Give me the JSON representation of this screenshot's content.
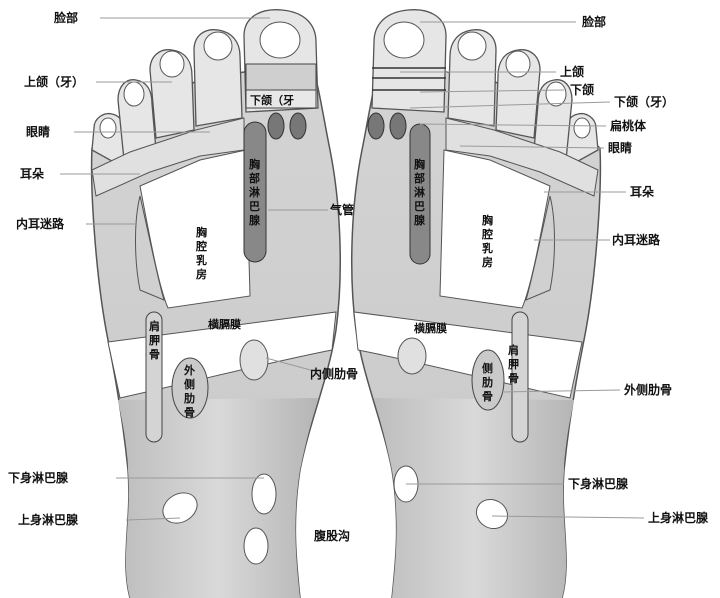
{
  "labels": {
    "left_face": "脸部",
    "left_upper_jaw": "上颌（牙）",
    "left_eye": "眼睛",
    "left_ear": "耳朵",
    "left_inner_ear": "内耳迷路",
    "left_lower_jaw": "下颌（牙",
    "left_chest_lymph": "胸部淋巴腺",
    "left_chest": "胸腔乳房",
    "trachea": "气管",
    "left_diaphragm": "横膈膜",
    "left_scapula": "肩胛骨",
    "left_outer_rib": "外侧肋骨",
    "inner_rib": "内侧肋骨",
    "left_lower_lymph": "下身淋巴腺",
    "left_upper_lymph": "上身淋巴腺",
    "groin": "腹股沟",
    "right_face": "脸部",
    "right_upper_jaw": "上颌",
    "right_lower_jaw_a": "下颌",
    "right_lower_jaw_b": "下颌（牙）",
    "right_tonsil": "扁桃体",
    "right_eye": "眼睛",
    "right_ear": "耳朵",
    "right_inner_ear": "内耳迷路",
    "right_chest_lymph": "胸部淋巴腺",
    "right_chest": "胸腔乳房",
    "right_diaphragm": "横膈膜",
    "right_scapula": "肩胛骨",
    "right_inner_rib": "侧肋骨",
    "right_outer_rib": "外侧肋骨",
    "right_lower_lymph": "下身淋巴腺",
    "right_upper_lymph": "上身淋巴腺"
  }
}
